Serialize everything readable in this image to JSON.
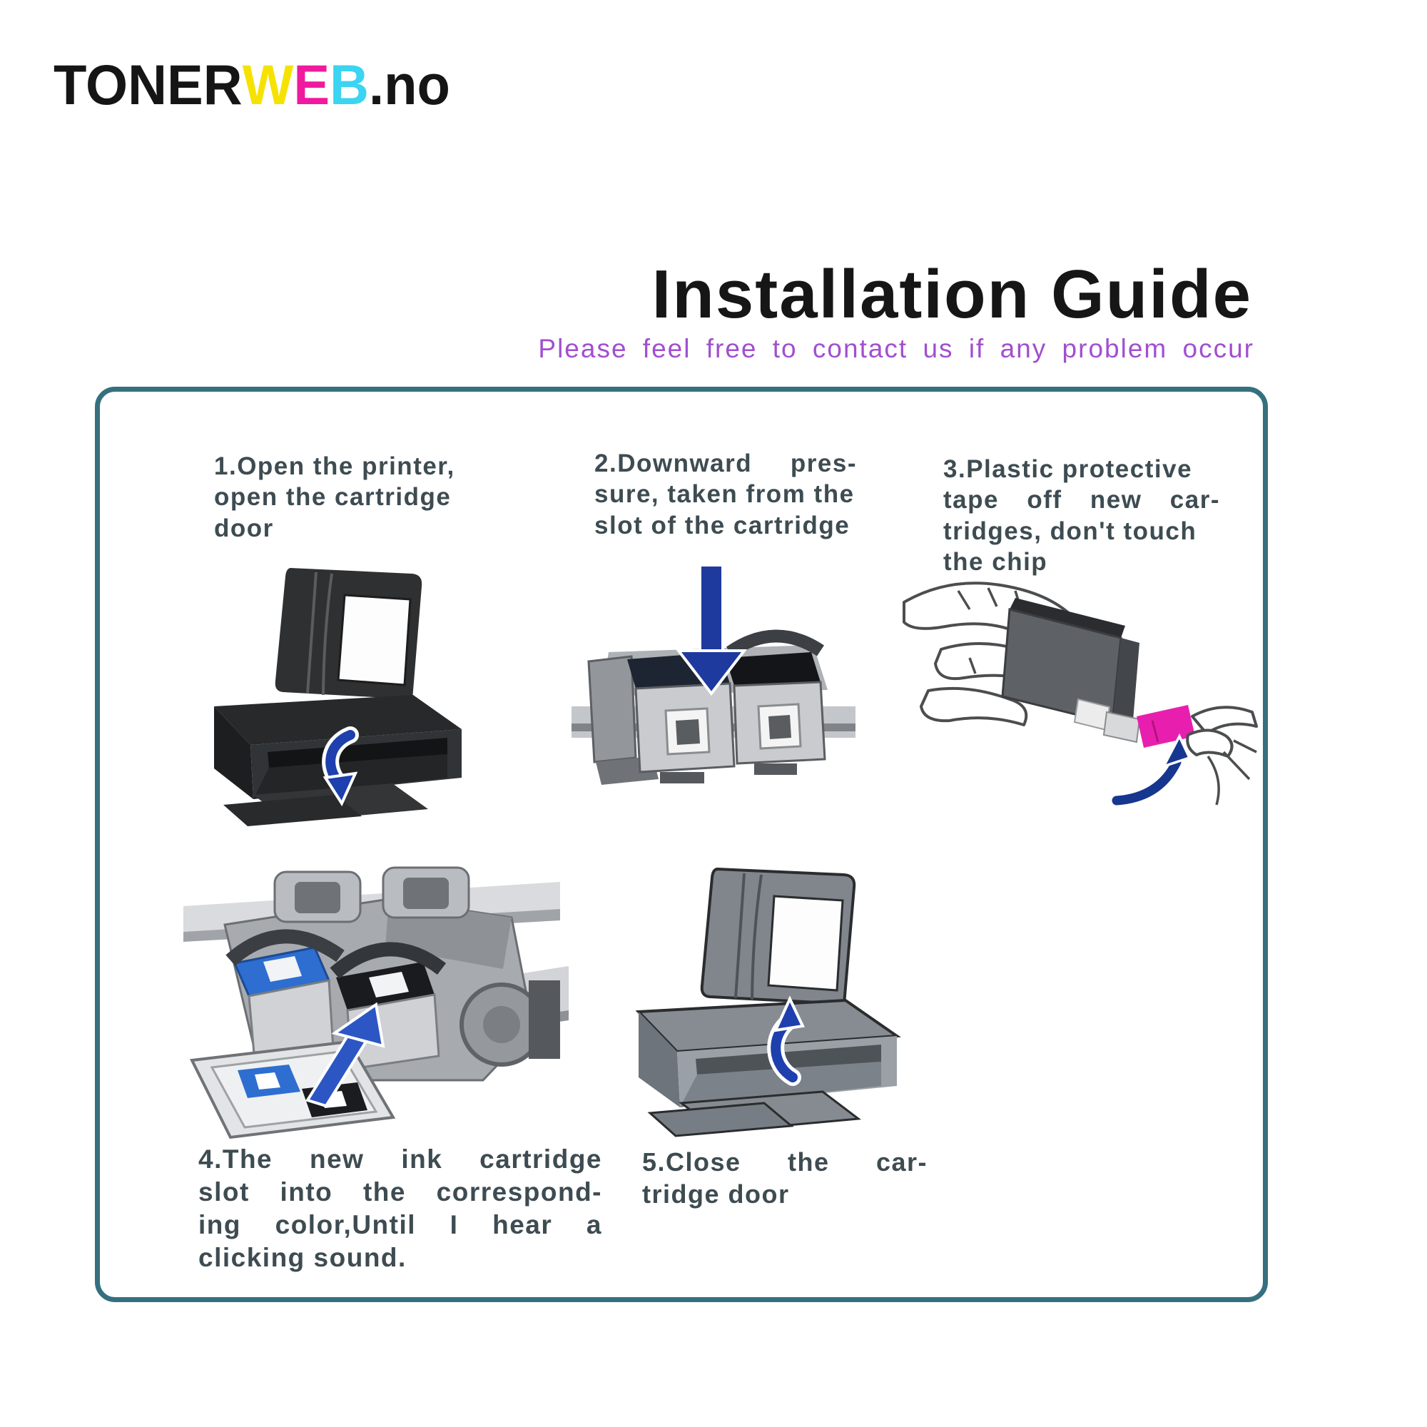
{
  "logo": {
    "parts": [
      {
        "text": "TONER",
        "color": "#151515"
      },
      {
        "text": "W",
        "color": "#f6e200"
      },
      {
        "text": "E",
        "color": "#ef1a9e"
      },
      {
        "text": "B",
        "color": "#3bd4f1"
      },
      {
        "text": ".no",
        "color": "#151515"
      }
    ]
  },
  "header": {
    "title": "Installation Guide",
    "subtitle": "Please feel free to contact us if any problem occur"
  },
  "steps": [
    {
      "lines": [
        "1.Open the printer,",
        "open the cartridge",
        "door"
      ]
    },
    {
      "lines": [
        "2.Downward pres-",
        "sure, taken from the",
        "slot of the cartridge"
      ]
    },
    {
      "lines": [
        "3.Plastic protective",
        "tape off new car-",
        "tridges,  don't touch",
        "the chip"
      ]
    },
    {
      "lines": [
        "4.The new ink cartridge",
        "slot into the correspond-",
        "ing color,Until I hear a",
        "clicking sound."
      ]
    },
    {
      "lines": [
        "5.Close the car-",
        "tridge door"
      ]
    }
  ],
  "colors": {
    "box_border": "#35707e",
    "step_text": "#3e4c52",
    "subtitle_purple": "#a14fd0",
    "arrow_blue": "#1e3fae",
    "tape_pink": "#e81fae",
    "printer_dark": "#2e3032",
    "printer_light": "#8e939a",
    "cartridge_gray": "#c9cbce",
    "cartridge_blue_top": "#2e6ed0"
  }
}
